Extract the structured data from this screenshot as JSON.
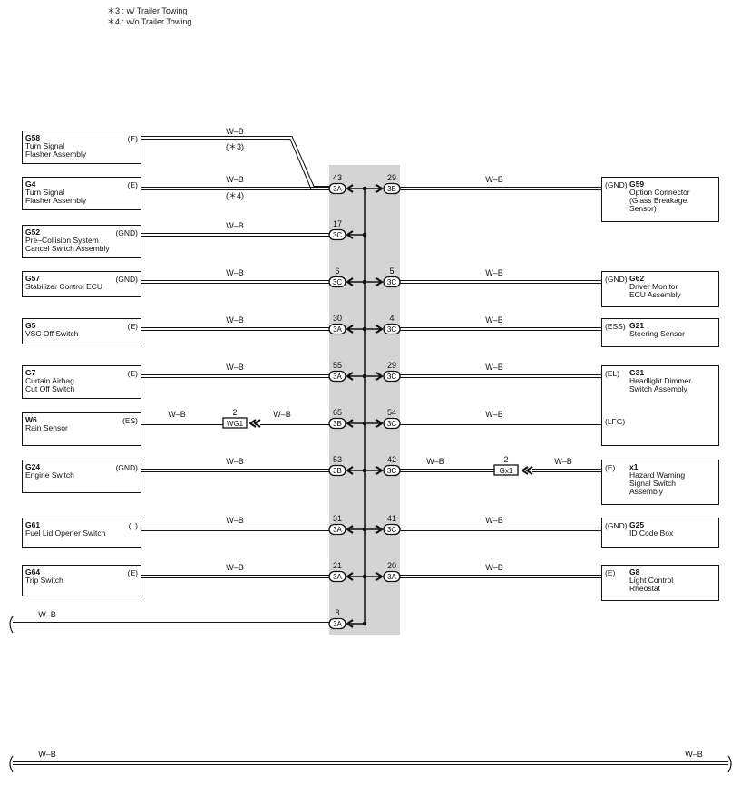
{
  "notes": [
    "＊3 : w/ Trailer Towing",
    "＊4 : w/o Trailer Towing"
  ],
  "wire_color": "W–B",
  "left_components": [
    {
      "code": "G58",
      "name": "Turn Signal\nFlasher Assembly",
      "pin": "(E)"
    },
    {
      "code": "G4",
      "name": "Turn Signal\nFlasher Assembly",
      "pin": "(E)"
    },
    {
      "code": "G52",
      "name": "Pre–Collision System\nCancel Switch Assembly",
      "pin": "(GND)"
    },
    {
      "code": "G57",
      "name": "Stabilizer Control ECU",
      "pin": "(GND)"
    },
    {
      "code": "G5",
      "name": "VSC Off Switch",
      "pin": "(E)"
    },
    {
      "code": "G7",
      "name": "Curtain Airbag\nCut Off Switch",
      "pin": "(E)"
    },
    {
      "code": "W6",
      "name": "Rain Sensor",
      "pin": "(ES)"
    },
    {
      "code": "G24",
      "name": "Engine Switch",
      "pin": "(GND)"
    },
    {
      "code": "G61",
      "name": "Fuel Lid Opener Switch",
      "pin": "(L)"
    },
    {
      "code": "G64",
      "name": "Trip Switch",
      "pin": "(E)"
    }
  ],
  "right_components": [
    {
      "code": "G59",
      "name": "Option Connector\n(Glass Breakage\n Sensor)",
      "pin": "(GND)"
    },
    {
      "code": "G62",
      "name": "Driver Monitor\nECU Assembly",
      "pin": "(GND)"
    },
    {
      "code": "G21",
      "name": "Steering Sensor",
      "pin": "(ESS)"
    },
    {
      "code": "G31",
      "name": "Headlight Dimmer\nSwitch Assembly",
      "pin": "(EL)",
      "pin2": "(LFG)"
    },
    {
      "code": "x1",
      "name": "Hazard Warning\nSignal Switch\nAssembly",
      "pin": "(E)"
    },
    {
      "code": "G25",
      "name": "ID Code Box",
      "pin": "(GND)"
    },
    {
      "code": "G8",
      "name": "Light Control\nRheostat",
      "pin": "(E)"
    }
  ],
  "left_pins": [
    {
      "num": "43",
      "conn": "3A"
    },
    {
      "num": "17",
      "conn": "3C"
    },
    {
      "num": "6",
      "conn": "3C"
    },
    {
      "num": "30",
      "conn": "3A"
    },
    {
      "num": "55",
      "conn": "3A"
    },
    {
      "num": "65",
      "conn": "3B"
    },
    {
      "num": "53",
      "conn": "3B"
    },
    {
      "num": "31",
      "conn": "3A"
    },
    {
      "num": "21",
      "conn": "3A"
    },
    {
      "num": "8",
      "conn": "3A"
    }
  ],
  "right_pins": [
    {
      "num": "29",
      "conn": "3B"
    },
    {
      "num": "5",
      "conn": "3C"
    },
    {
      "num": "4",
      "conn": "3C"
    },
    {
      "num": "29",
      "conn": "3C"
    },
    {
      "num": "54",
      "conn": "3C"
    },
    {
      "num": "42",
      "conn": "3C"
    },
    {
      "num": "41",
      "conn": "3C"
    },
    {
      "num": "20",
      "conn": "3A"
    }
  ],
  "options": [
    "(＊3)",
    "(＊4)"
  ],
  "inline_connectors": [
    {
      "num": "2",
      "label": "WG1"
    },
    {
      "num": "2",
      "label": "Gx1"
    }
  ]
}
